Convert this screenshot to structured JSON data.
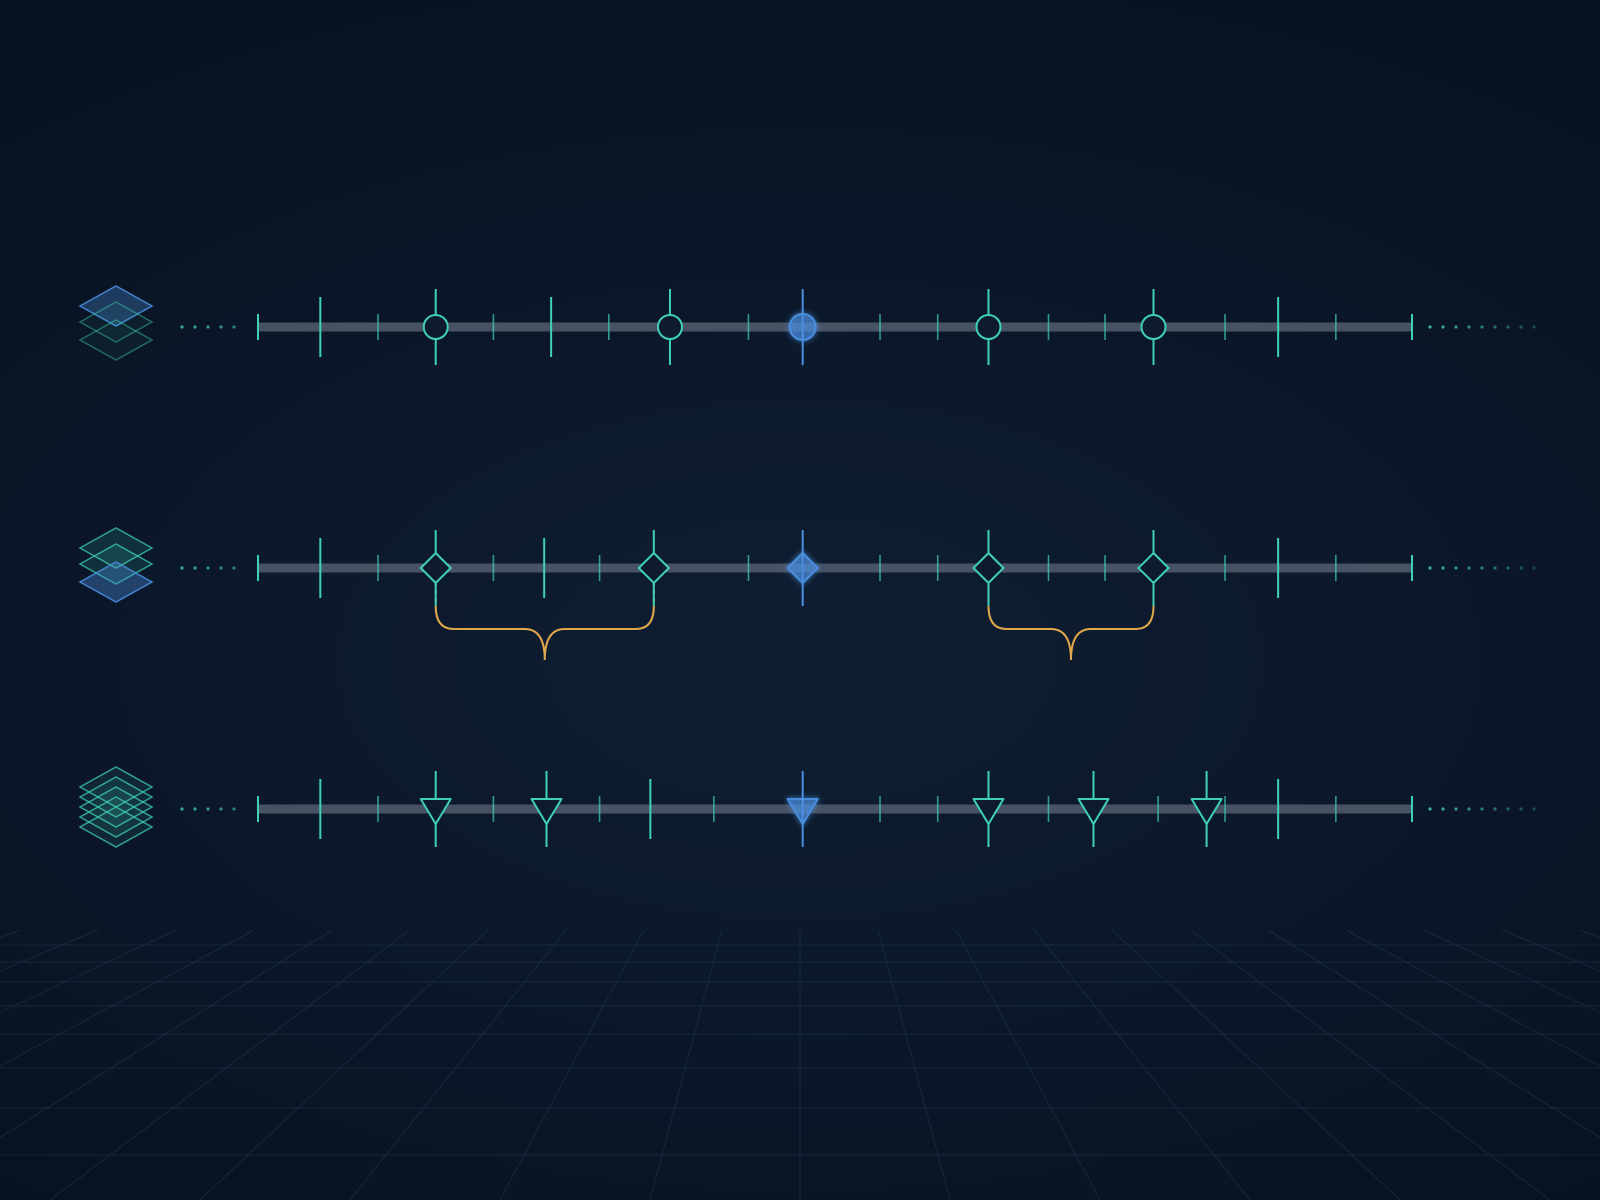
{
  "colors": {
    "background": "#0b1729",
    "track": "#5b6676",
    "tick": "#3fd1b5",
    "marker": "#3fd1b5",
    "marker_active": "#4a8fe0",
    "brace": "#e0a84a",
    "grid": "#1e3a4f"
  },
  "layer_icons": [
    {
      "name": "layers-top-highlight-icon",
      "highlight": "top"
    },
    {
      "name": "layers-bottom-highlight-icon",
      "highlight": "bottom"
    },
    {
      "name": "layers-stack-icon",
      "highlight": "none"
    }
  ],
  "chart_data": {
    "type": "diagram",
    "axis": {
      "min": 0,
      "max": 100,
      "extends_beyond": true
    },
    "rows": [
      {
        "marker_shape": "circle",
        "major_ticks": [
          5.4,
          25.4,
          88.4
        ],
        "minor_ticks": [
          10.4,
          20.4,
          30.4,
          42.5,
          53.9,
          58.9,
          68.5,
          73.4,
          83.8,
          93.4
        ],
        "events": [
          15.4,
          35.7,
          47.2,
          63.3,
          77.6
        ],
        "active_event": 47.2,
        "braces": []
      },
      {
        "marker_shape": "diamond",
        "major_ticks": [
          5.4,
          24.8,
          88.4
        ],
        "minor_ticks": [
          10.4,
          20.4,
          29.6,
          42.5,
          53.9,
          58.9,
          68.5,
          73.4,
          83.8,
          93.4
        ],
        "events": [
          15.4,
          34.3,
          47.2,
          63.3,
          77.6
        ],
        "active_event": 47.2,
        "braces": [
          [
            15.4,
            34.3
          ],
          [
            63.3,
            77.6
          ]
        ]
      },
      {
        "marker_shape": "triangle-down",
        "major_ticks": [
          5.4,
          34.0,
          88.4
        ],
        "minor_ticks": [
          10.4,
          20.4,
          29.6,
          39.5,
          53.9,
          58.9,
          68.5,
          78.0,
          83.8,
          93.4
        ],
        "events": [
          15.4,
          25.0,
          47.2,
          63.3,
          72.4,
          82.2
        ],
        "active_event": 47.2,
        "braces": []
      }
    ]
  }
}
